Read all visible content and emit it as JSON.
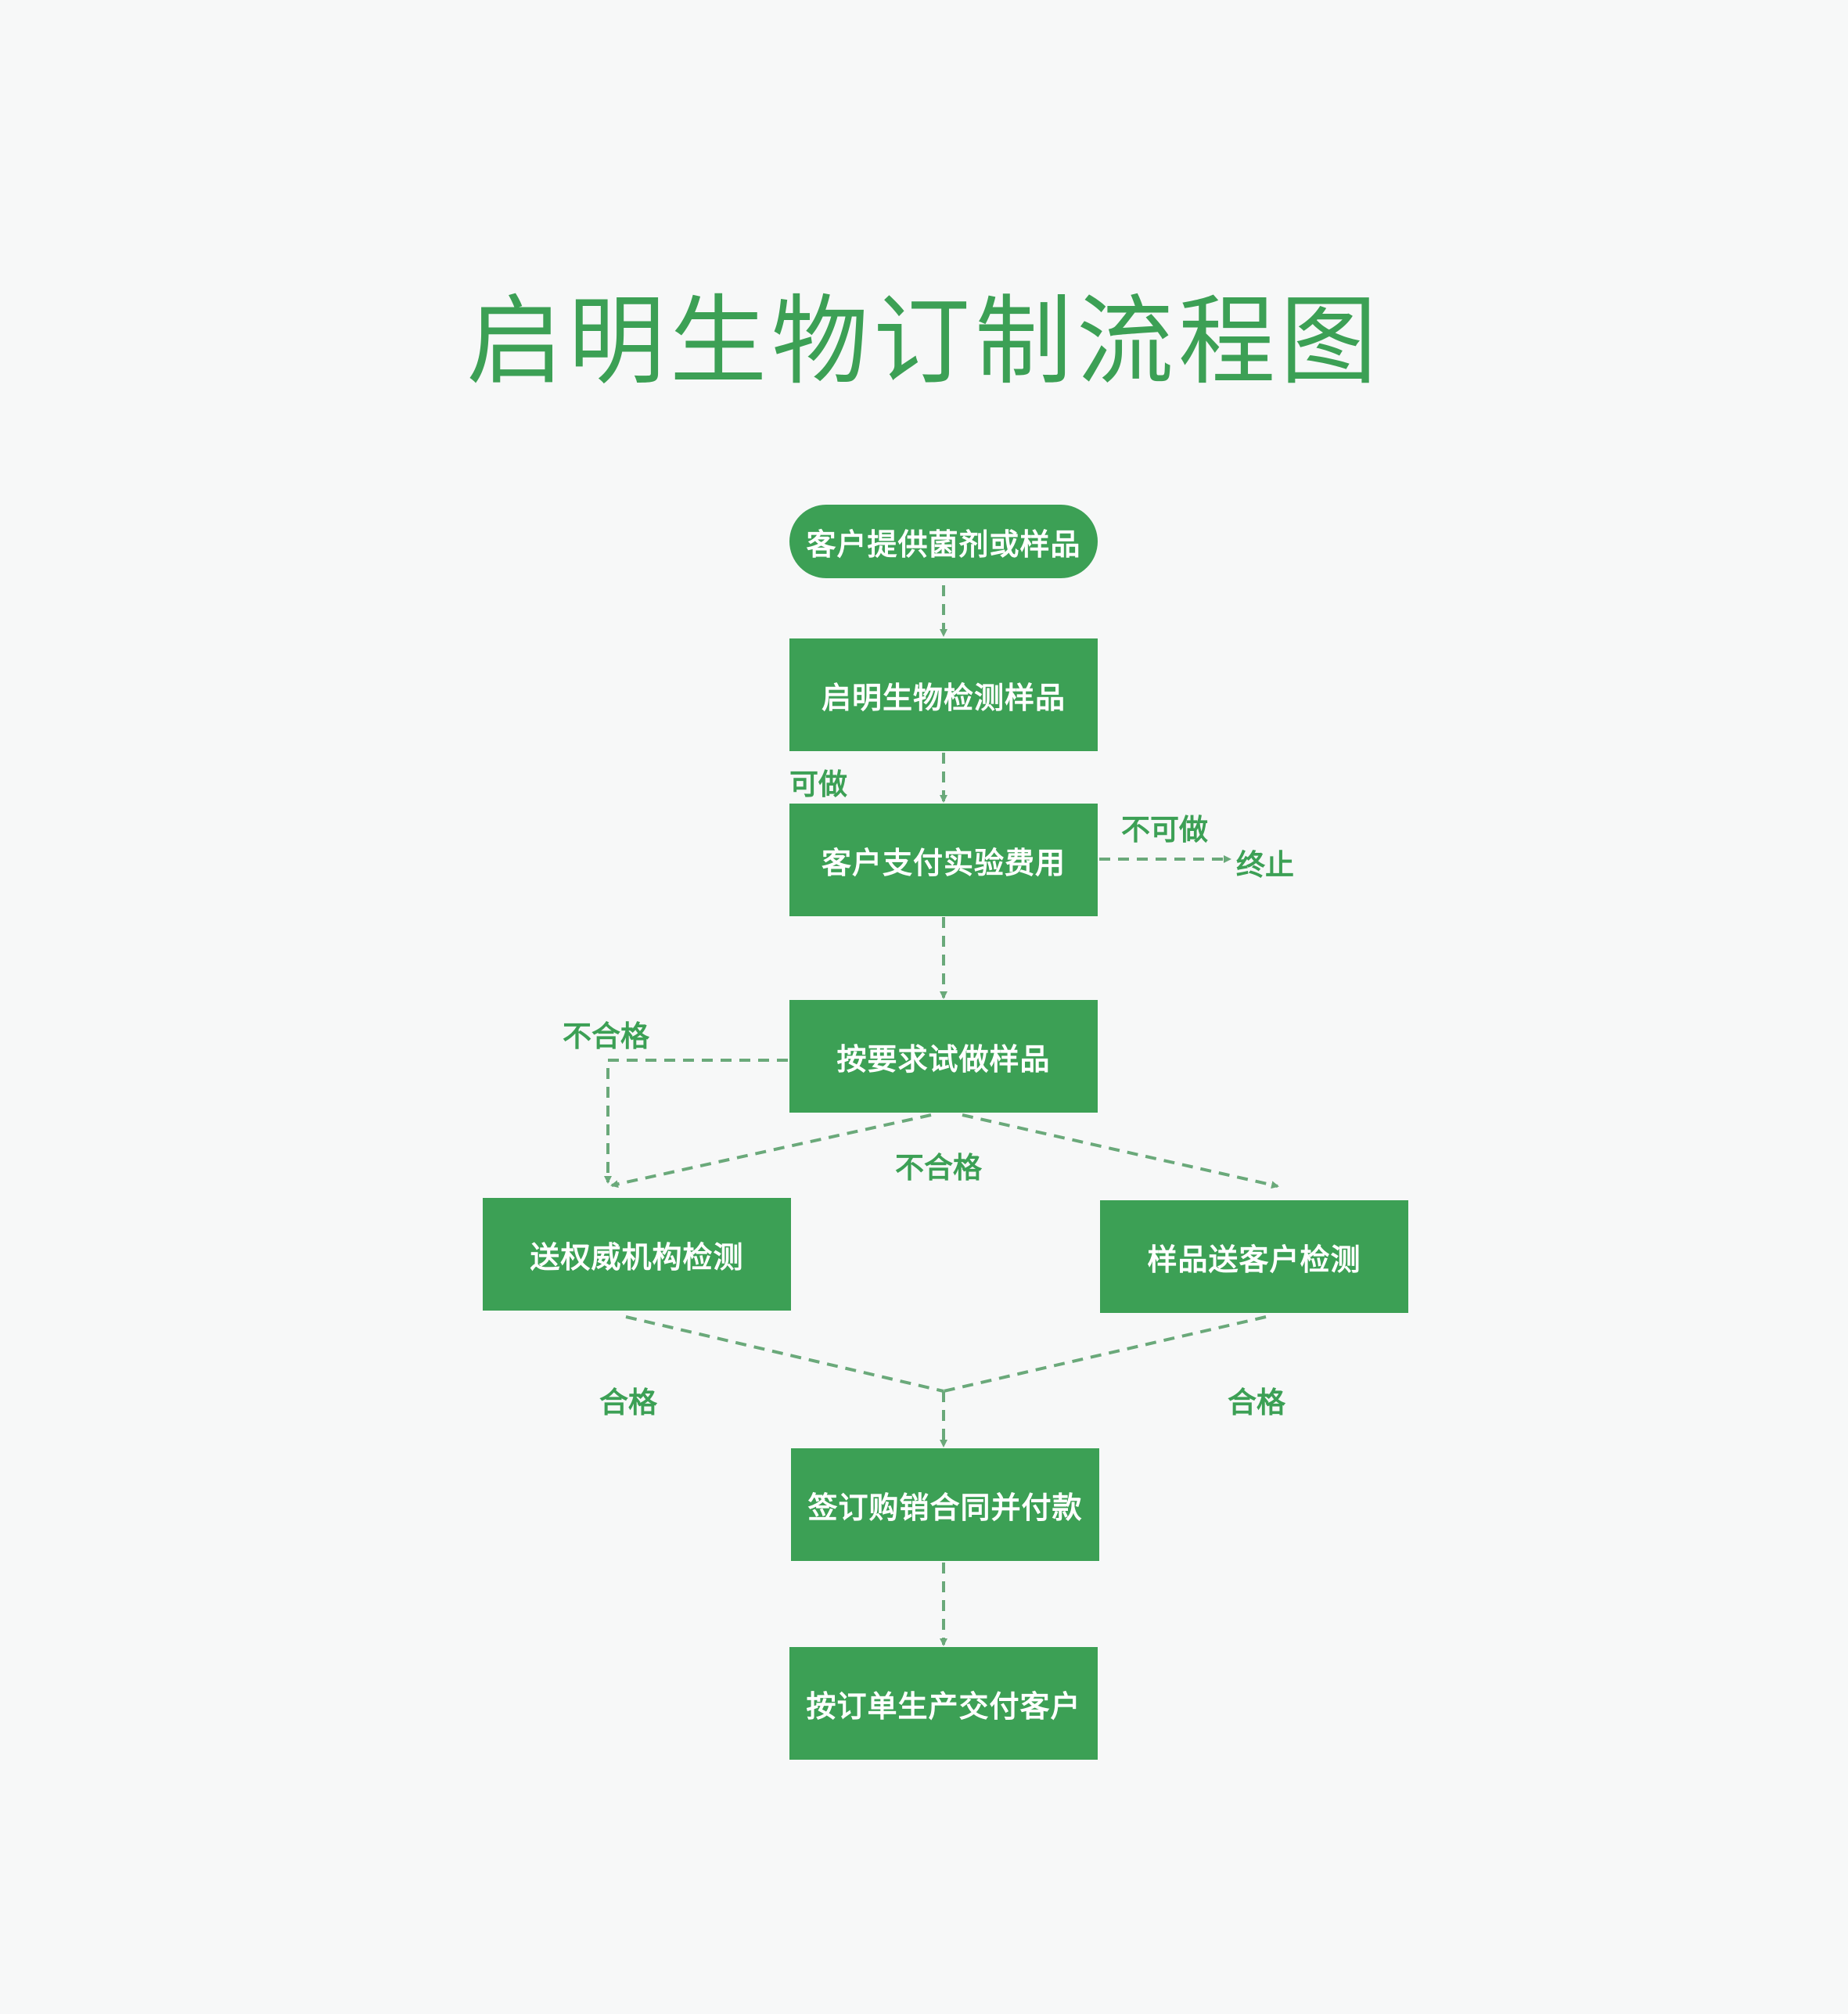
{
  "title": "启明生物订制流程图",
  "colors": {
    "node": "#3ca055",
    "arrow": "#6aa97a",
    "background": "#f7f8f8"
  },
  "nodes": {
    "start": "客户提供菌剂或样品",
    "inspect": "启明生物检测样品",
    "pay": "客户支付实验费用",
    "sample": "按要求试做样品",
    "authority": "送权威机构检测",
    "customer_test": "样品送客户检测",
    "contract": "签订购销合同并付款",
    "produce": "按订单生产交付客户"
  },
  "labels": {
    "can_do": "可做",
    "cannot_do": "不可做",
    "terminate": "终止",
    "fail_left": "不合格",
    "fail_mid": "不合格",
    "pass_left": "合格",
    "pass_right": "合格"
  }
}
